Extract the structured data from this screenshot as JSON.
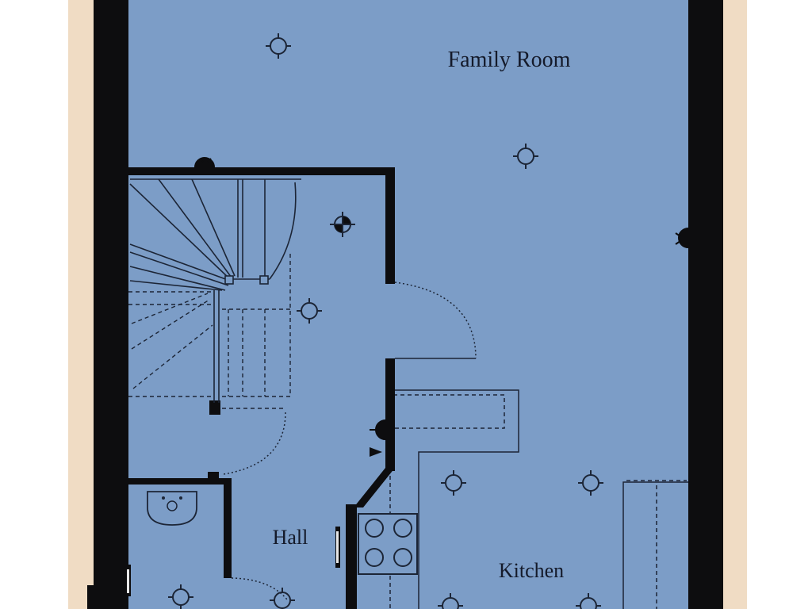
{
  "plan": {
    "rooms": {
      "family_room": "Family Room",
      "hall": "Hall",
      "kitchen": "Kitchen"
    },
    "colors": {
      "floor": "#7c9dc7",
      "wall": "#0d0d0f",
      "line": "#1c2536",
      "paper": "#f0dcc4",
      "frame": "#e9e3da"
    },
    "symbols": [
      "ceiling-light-icon",
      "ceiling-light-icon",
      "ceiling-light-icon",
      "ceiling-light-icon",
      "ceiling-light-icon",
      "ceiling-light-icon",
      "ceiling-light-icon",
      "ceiling-light-icon",
      "ceiling-light-icon",
      "ceiling-light-icon",
      "smoke-detector-icon",
      "wall-light-icon",
      "wall-light-icon",
      "wall-light-icon",
      "switch-icon",
      "sink-icon",
      "hob-icon"
    ]
  }
}
